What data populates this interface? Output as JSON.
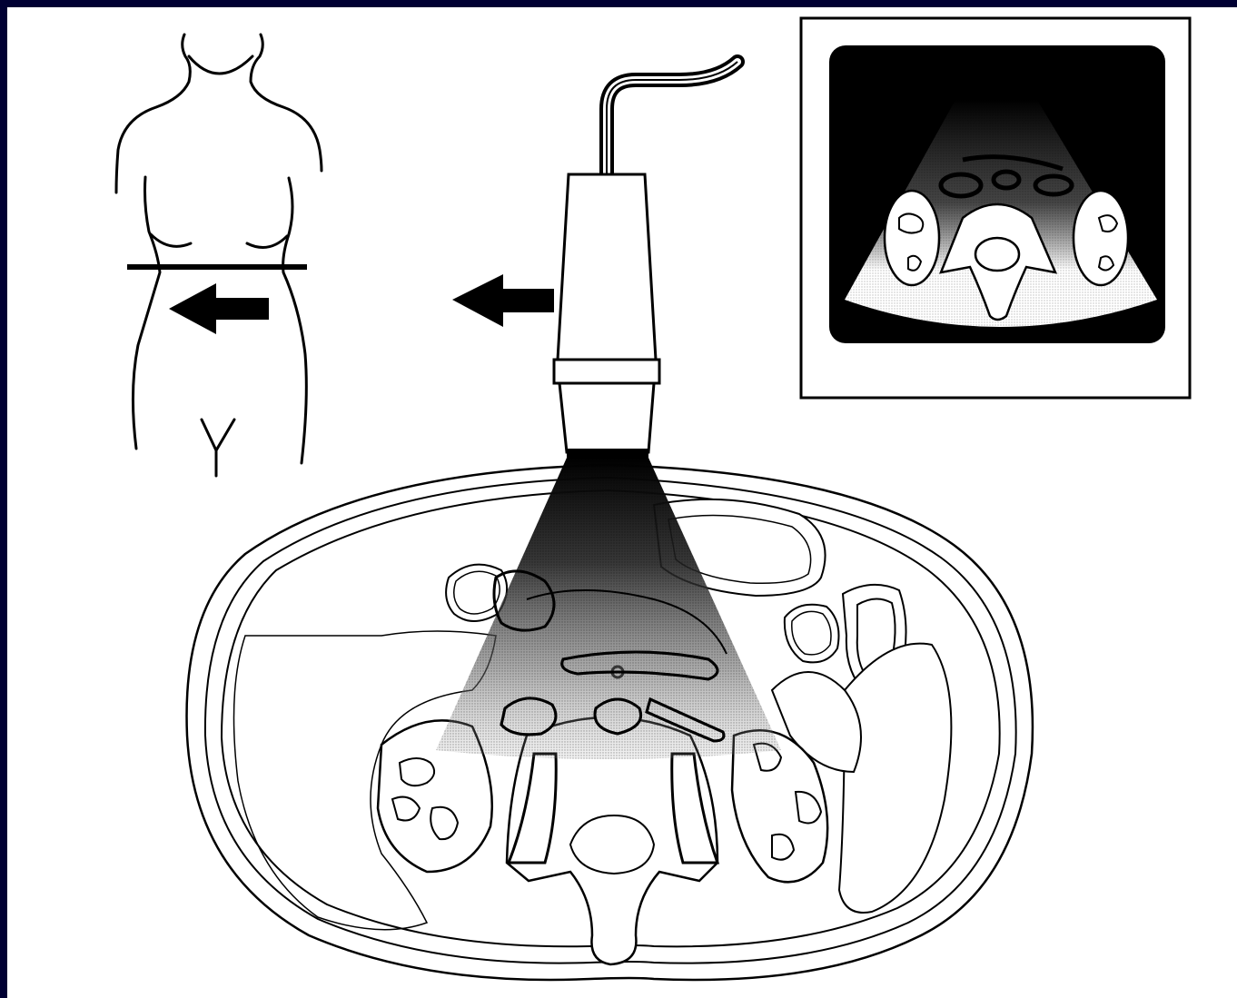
{
  "figure": {
    "background_color": "#000033",
    "panel_color": "#ffffff",
    "ink_color": "#000000",
    "elements": {
      "body_outline": "female-torso-icon",
      "scan_plane": "transverse-scan-line",
      "body_arrow": "left-arrow-icon",
      "probe_arrow": "left-arrow-icon",
      "probe": "ultrasound-probe-icon",
      "cross_section": "abdominal-cross-section",
      "ultrasound_screen": "sonogram-display"
    }
  }
}
